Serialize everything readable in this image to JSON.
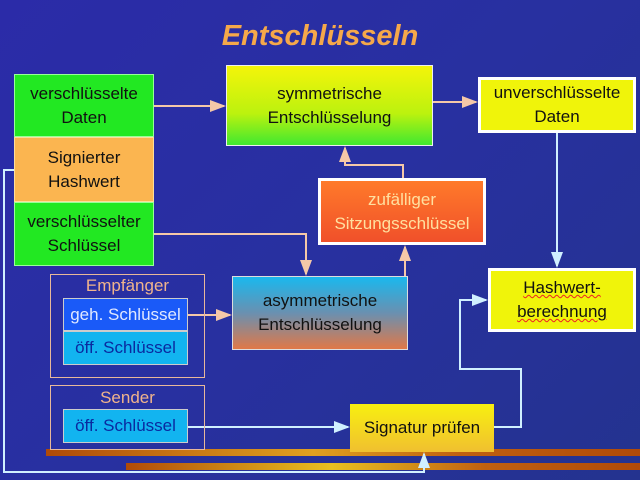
{
  "title": "Entschlüsseln",
  "boxes": {
    "enc_data": "verschlüsselte Daten",
    "signed_hash": "Signierter Hashwert",
    "enc_key": "verschlüsselter Schlüssel",
    "sym": "symmetrische Entschlüsselung",
    "plain": "unverschlüsselte Daten",
    "session": "zufälliger Sitzungsschlüssel",
    "asym": "asymmetrische Entschlüsselung",
    "hash": "Hashwert-berechnung",
    "verify": "Signatur prüfen"
  },
  "receiver": {
    "label": "Empfänger",
    "private_key": "geh. Schlüssel",
    "public_key": "öff. Schlüssel"
  },
  "sender": {
    "label": "Sender",
    "public_key": "öff. Schlüssel"
  }
}
